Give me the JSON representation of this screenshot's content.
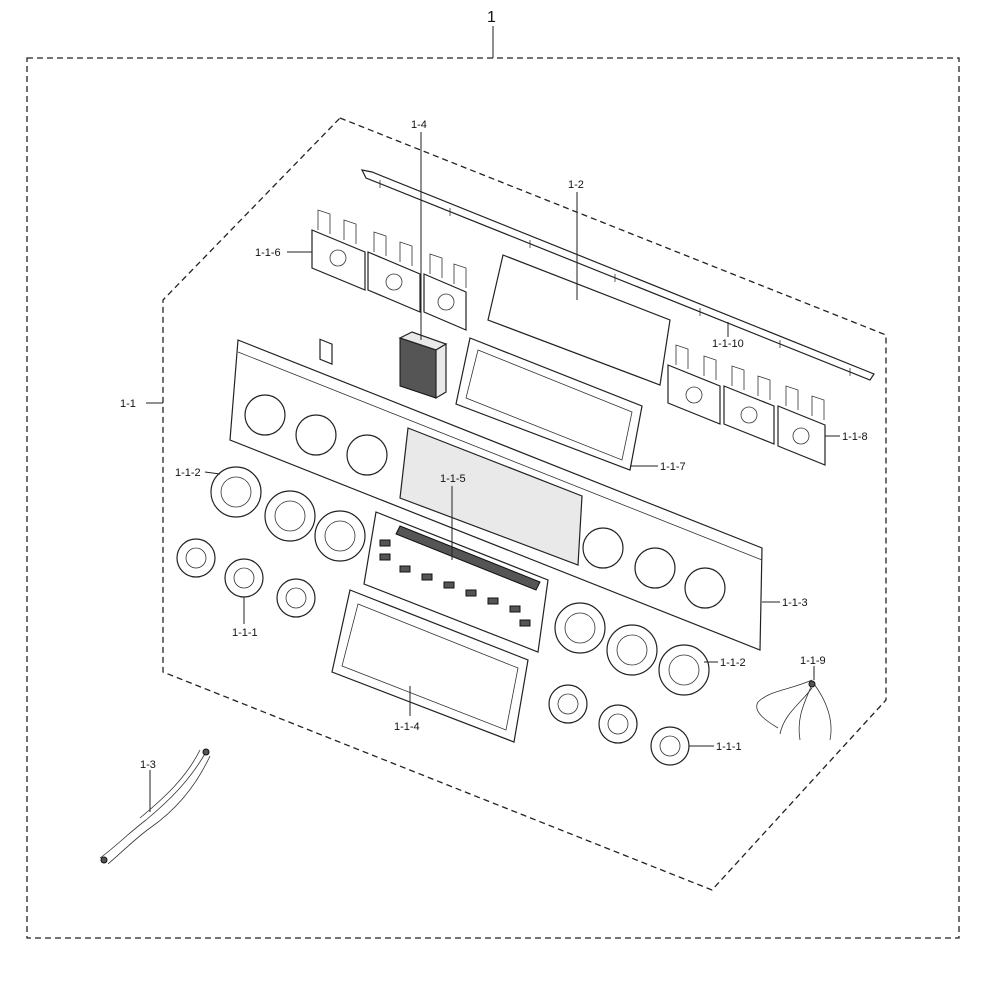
{
  "labels": {
    "assembly": "1",
    "sub_assembly": "1-1",
    "part_1_2": "1-2",
    "part_1_3": "1-3",
    "part_1_4": "1-4",
    "part_1_1_1_left": "1-1-1",
    "part_1_1_1_right": "1-1-1",
    "part_1_1_2_left": "1-1-2",
    "part_1_1_2_right": "1-1-2",
    "part_1_1_3": "1-1-3",
    "part_1_1_4": "1-1-4",
    "part_1_1_5": "1-1-5",
    "part_1_1_6": "1-1-6",
    "part_1_1_7": "1-1-7",
    "part_1_1_8": "1-1-8",
    "part_1_1_9": "1-1-9",
    "part_1_1_10": "1-1-10"
  }
}
